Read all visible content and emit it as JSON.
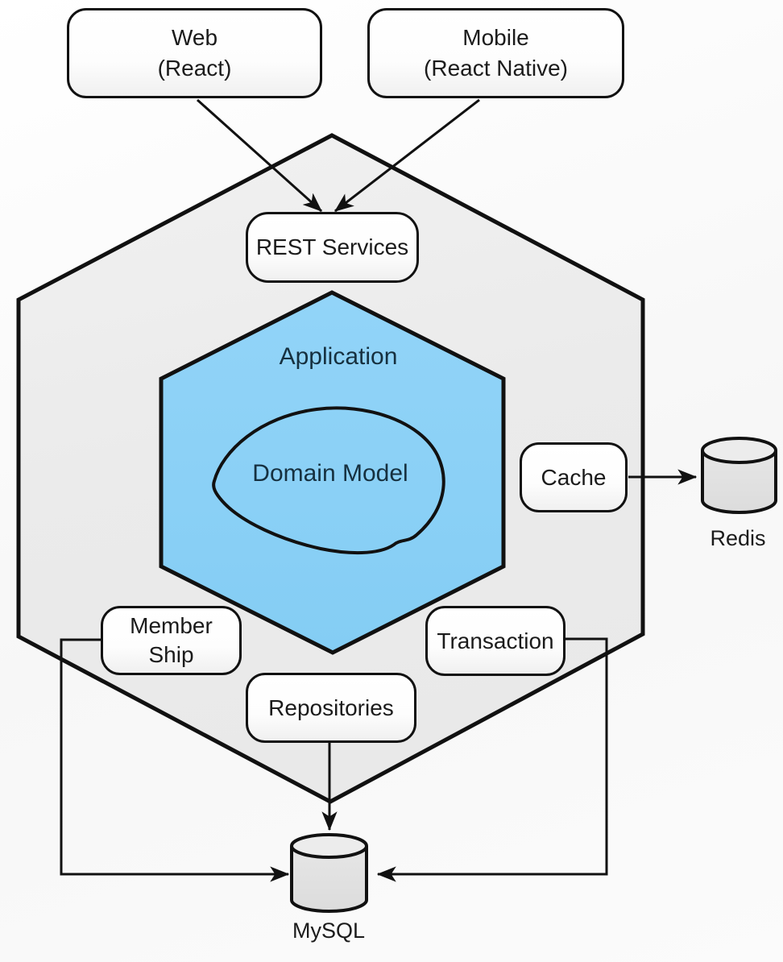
{
  "nodes": {
    "web": {
      "line1": "Web",
      "line2": "(React)"
    },
    "mobile": {
      "line1": "Mobile",
      "line2": "(React Native)"
    },
    "rest": {
      "label": "REST Services"
    },
    "application": {
      "label": "Application"
    },
    "domain_model": {
      "label": "Domain Model"
    },
    "cache": {
      "label": "Cache"
    },
    "redis": {
      "label": "Redis"
    },
    "membership": {
      "line1": "Member",
      "line2": "Ship"
    },
    "transaction": {
      "label": "Transaction"
    },
    "repositories": {
      "label": "Repositories"
    },
    "mysql": {
      "label": "MySQL"
    }
  },
  "colors": {
    "application_hexagon_fill": "#8BD0F6",
    "outer_hexagon_fill": "#ECECEC",
    "line_stroke": "#111111",
    "box_fill": "#FFFFFF",
    "label_text": "#1B1B1B",
    "application_text": "#16303F",
    "cylinder_fill": "#E3E3E3"
  }
}
